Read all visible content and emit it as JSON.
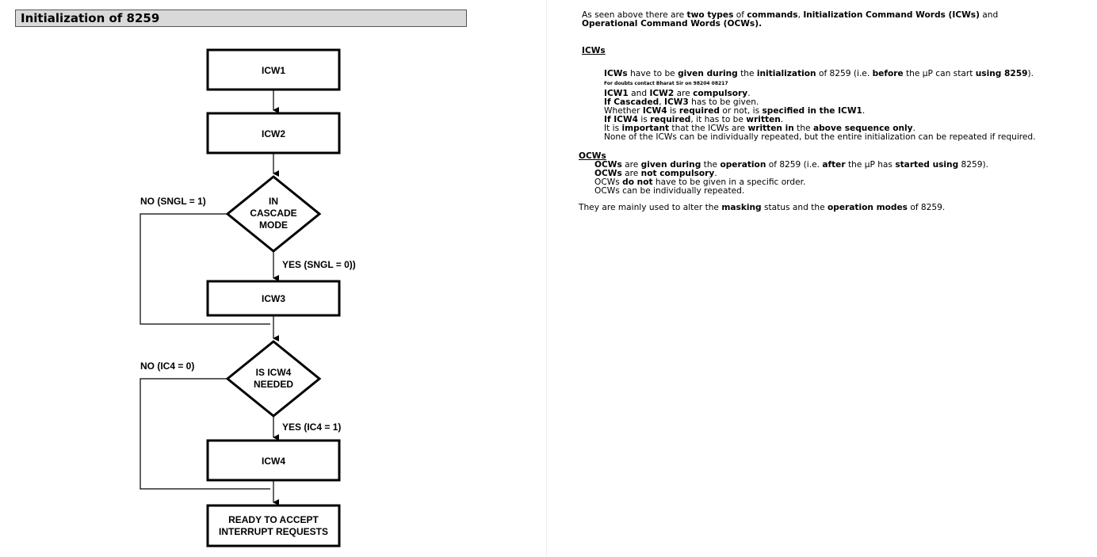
{
  "left": {
    "title": "Initialization of 8259",
    "flow": {
      "icw1": "ICW1",
      "icw2": "ICW2",
      "decision1": [
        "IN",
        "CASCADE",
        "MODE"
      ],
      "no1": "NO (SNGL = 1)",
      "yes1": "YES (SNGL = 0))",
      "icw3": "ICW3",
      "decision2": [
        "IS ICW4",
        "NEEDED"
      ],
      "no2": "NO (IC4 = 0)",
      "yes2": "YES (IC4 = 1)",
      "icw4": "ICW4",
      "final": [
        "READY TO ACCEPT",
        "INTERRUPT REQUESTS"
      ]
    }
  },
  "right": {
    "intro": {
      "t1": "As seen above there are ",
      "b1": "two types",
      "t2": " of ",
      "b2": "commands",
      "t3": ", ",
      "b3": "Initialization Command Words (ICWs)",
      "t4": " and",
      "b4": "Operational Command Words (OCWs)."
    },
    "icws_heading": "ICWs",
    "icws_lines": {
      "l1": {
        "b1": "ICWs",
        "t1": " have to be ",
        "b2": "given during",
        "t2": " the ",
        "b3": "initialization",
        "t3": " of 8259 (i.e. ",
        "b4": "before",
        "t4": " the μP can start ",
        "b5": "using 8259",
        "t5": ")."
      },
      "note": "For doubts contact Bharat Sir on 98204 08217",
      "l2": {
        "b1": "ICW1",
        "t1": " and ",
        "b2": "ICW2",
        "t2": " are ",
        "b3": "compulsory",
        "t3": "."
      },
      "l3": {
        "b1": "If Cascaded",
        "t1": ", ",
        "b2": "ICW3",
        "t2": " has to be given."
      },
      "l4": {
        "t1": "Whether ",
        "b1": "ICW4",
        "t2": " is ",
        "b2": "required",
        "t3": " or not, is ",
        "b3": "specified in the ICW1",
        "t4": "."
      },
      "l5": {
        "b1": "If ICW4",
        "t1": " is ",
        "b2": "required",
        "t2": ", it has to be ",
        "b3": "written",
        "t3": "."
      },
      "l6": {
        "t1": "It is ",
        "b1": "important",
        "t2": " that the ICWs are ",
        "b2": "written in",
        "t3": " the ",
        "b3": "above sequence only",
        "t4": "."
      },
      "l7": "None of the ICWs can be individually repeated, but the entire initialization can be repeated if required."
    },
    "ocws_heading": "OCWs",
    "ocws_lines": {
      "l1": {
        "b1": "OCWs",
        "t1": " are ",
        "b2": "given during",
        "t2": " the ",
        "b3": "operation",
        "t3": " of 8259 (i.e. ",
        "b4": "after",
        "t4": " the μP has ",
        "b5": "started using",
        "t5": " 8259)."
      },
      "l2": {
        "b1": "OCWs",
        "t1": " are ",
        "b2": "not compulsory",
        "t2": "."
      },
      "l3": {
        "t1": "OCWs ",
        "b1": "do not",
        "t2": " have to be given in a specific order."
      },
      "l4": "OCWs can be individually repeated."
    },
    "closing": {
      "t1": "They are mainly used to alter the ",
      "b1": "masking",
      "t2": " status and the ",
      "b2": "operation modes",
      "t3": " of 8259."
    }
  }
}
